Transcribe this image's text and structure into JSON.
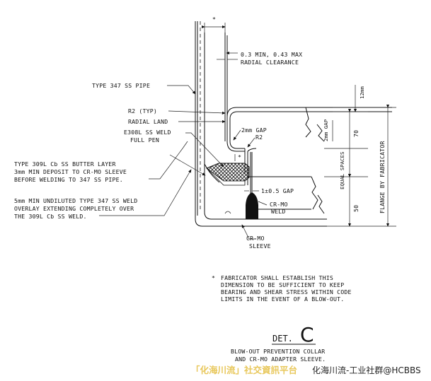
{
  "notes": {
    "star_top": "*",
    "radial_clearance_line1": "0.3 MIN, 0.43 MAX",
    "radial_clearance_line2": "RADIAL CLEARANCE",
    "pipe": "TYPE 347 SS PIPE",
    "r2_typ": "R2 (TYP)",
    "radial_land": "RADIAL LAND",
    "weld_line1": "E308L SS WELD",
    "weld_line2": "FULL PEN",
    "gap_2mm": "2mm GAP",
    "r2": "R2",
    "butter_line1": "TYPE 309L Cb SS BUTTER LAYER",
    "butter_line2": "3mm MIN DEPOSIT TO CR-MO SLEEVE",
    "butter_line3": "BEFORE WELDING TO 347 SS PIPE.",
    "star_mid": "*",
    "gap_1": "1±0.5 GAP",
    "overlay_line1": "5mm MIN UNDILUTED TYPE 347 SS WELD",
    "overlay_line2": "OVERLAY EXTENDING COMPLETELY OVER",
    "overlay_line3": "THE 309L Cb SS WELD.",
    "crmo_weld_line1": "CR-MO",
    "crmo_weld_line2": "WELD",
    "crmo_sleeve_line1": "CR-MO",
    "crmo_sleeve_line2": "SLEEVE",
    "dim_12mm": "12mm",
    "dim_2mm_gap": "2mm GAP",
    "dim_70": "70",
    "dim_equal_spaces": "EQUAL SPACES",
    "dim_50": "50",
    "flange": "FLANGE BY FABRICATOR"
  },
  "footnote": {
    "marker": "*",
    "line1": "FABRICATOR SHALL ESTABLISH THIS",
    "line2": "DIMENSION TO BE SUFFICIENT TO KEEP",
    "line3": "BEARING AND SHEAR STRESS WITHIN CODE",
    "line4": "LIMITS IN THE EVENT OF A BLOW-OUT."
  },
  "detail": {
    "prefix": "DET.",
    "letter": "C",
    "caption_line1": "BLOW-OUT PREVENTION COLLAR",
    "caption_line2": "AND CR-MO ADAPTER SLEEVE."
  },
  "watermark": {
    "left": "「化海川流」社交資訊平台",
    "right": "化海川流-工业社群@HCBBS",
    "left_color": "#e8c75a",
    "right_color": "#222222"
  }
}
